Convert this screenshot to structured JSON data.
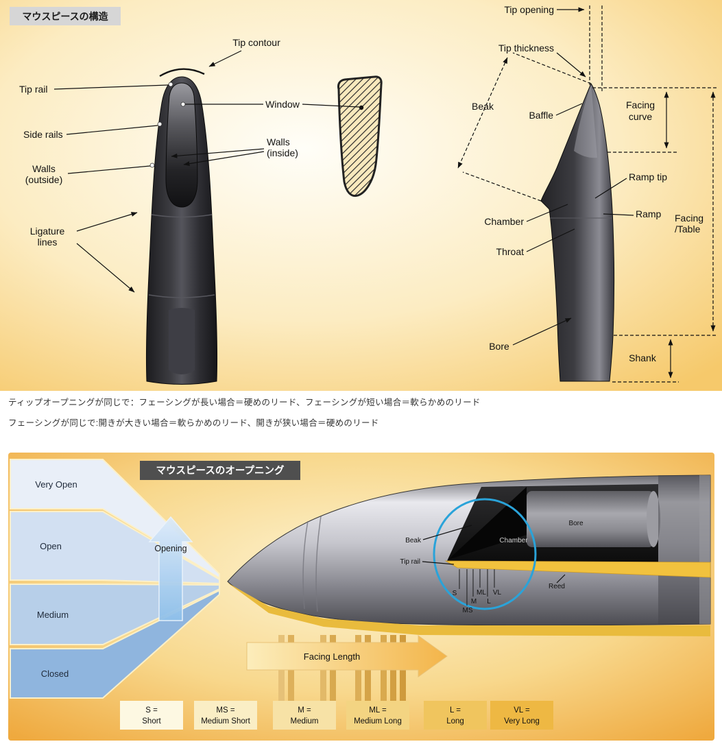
{
  "structure_panel": {
    "title": "マウスピースの構造",
    "front_view": {
      "tip_contour": "Tip contour",
      "tip_rail": "Tip rail",
      "side_rails": "Side rails",
      "walls_outside_1": "Walls",
      "walls_outside_2": "(outside)",
      "ligature_1": "Ligature",
      "ligature_2": "lines",
      "window": "Window",
      "walls_inside_1": "Walls",
      "walls_inside_2": "(inside)"
    },
    "side_view": {
      "tip_opening": "Tip opening",
      "tip_thickness": "Tip thickness",
      "beak": "Beak",
      "baffle": "Baffle",
      "facing_curve_1": "Facing",
      "facing_curve_2": "curve",
      "ramp_tip": "Ramp tip",
      "ramp": "Ramp",
      "chamber": "Chamber",
      "throat": "Throat",
      "facing_table_1": "Facing",
      "facing_table_2": "/Table",
      "bore": "Bore",
      "shank": "Shank"
    }
  },
  "notes": [
    "ティップオープニングが同じで：フェーシングが長い場合＝硬めのリード、フェーシングが短い場合＝軟らかめのリード",
    "フェーシングが同じで:開きが大きい場合＝軟らかめのリード、開きが狭い場合＝硬めのリード"
  ],
  "opening_panel": {
    "title": "マウスピースのオープニング",
    "levels": [
      "Very Open",
      "Open",
      "Medium",
      "Closed"
    ],
    "level_colors": [
      "#e9eff8",
      "#d2e0f2",
      "#b7cfe9",
      "#8fb5de"
    ],
    "opening_label": "Opening",
    "cutaway_labels": {
      "beak": "Beak",
      "tip_rail": "Tip rail",
      "chamber": "Chamber",
      "bore": "Bore",
      "reed": "Reed"
    },
    "size_ticks": [
      "S",
      "MS",
      "M",
      "ML",
      "L",
      "VL"
    ],
    "facing_length_label": "Facing Length",
    "legend": [
      {
        "abbr": "S =",
        "name": "Short"
      },
      {
        "abbr": "MS =",
        "name": "Medium Short"
      },
      {
        "abbr": "M =",
        "name": "Medium"
      },
      {
        "abbr": "ML =",
        "name": "Medium Long"
      },
      {
        "abbr": "L =",
        "name": "Long"
      },
      {
        "abbr": "VL =",
        "name": "Very Long"
      }
    ],
    "legend_colors": [
      "#fdf8e2",
      "#faeec5",
      "#f7e2a6",
      "#f3d482",
      "#f0c55e",
      "#eeb843"
    ],
    "accent_colors": {
      "highlight_circle": "#2aa3d9",
      "reed": "#f2c23e",
      "panel_orange": "#efa93e"
    }
  }
}
